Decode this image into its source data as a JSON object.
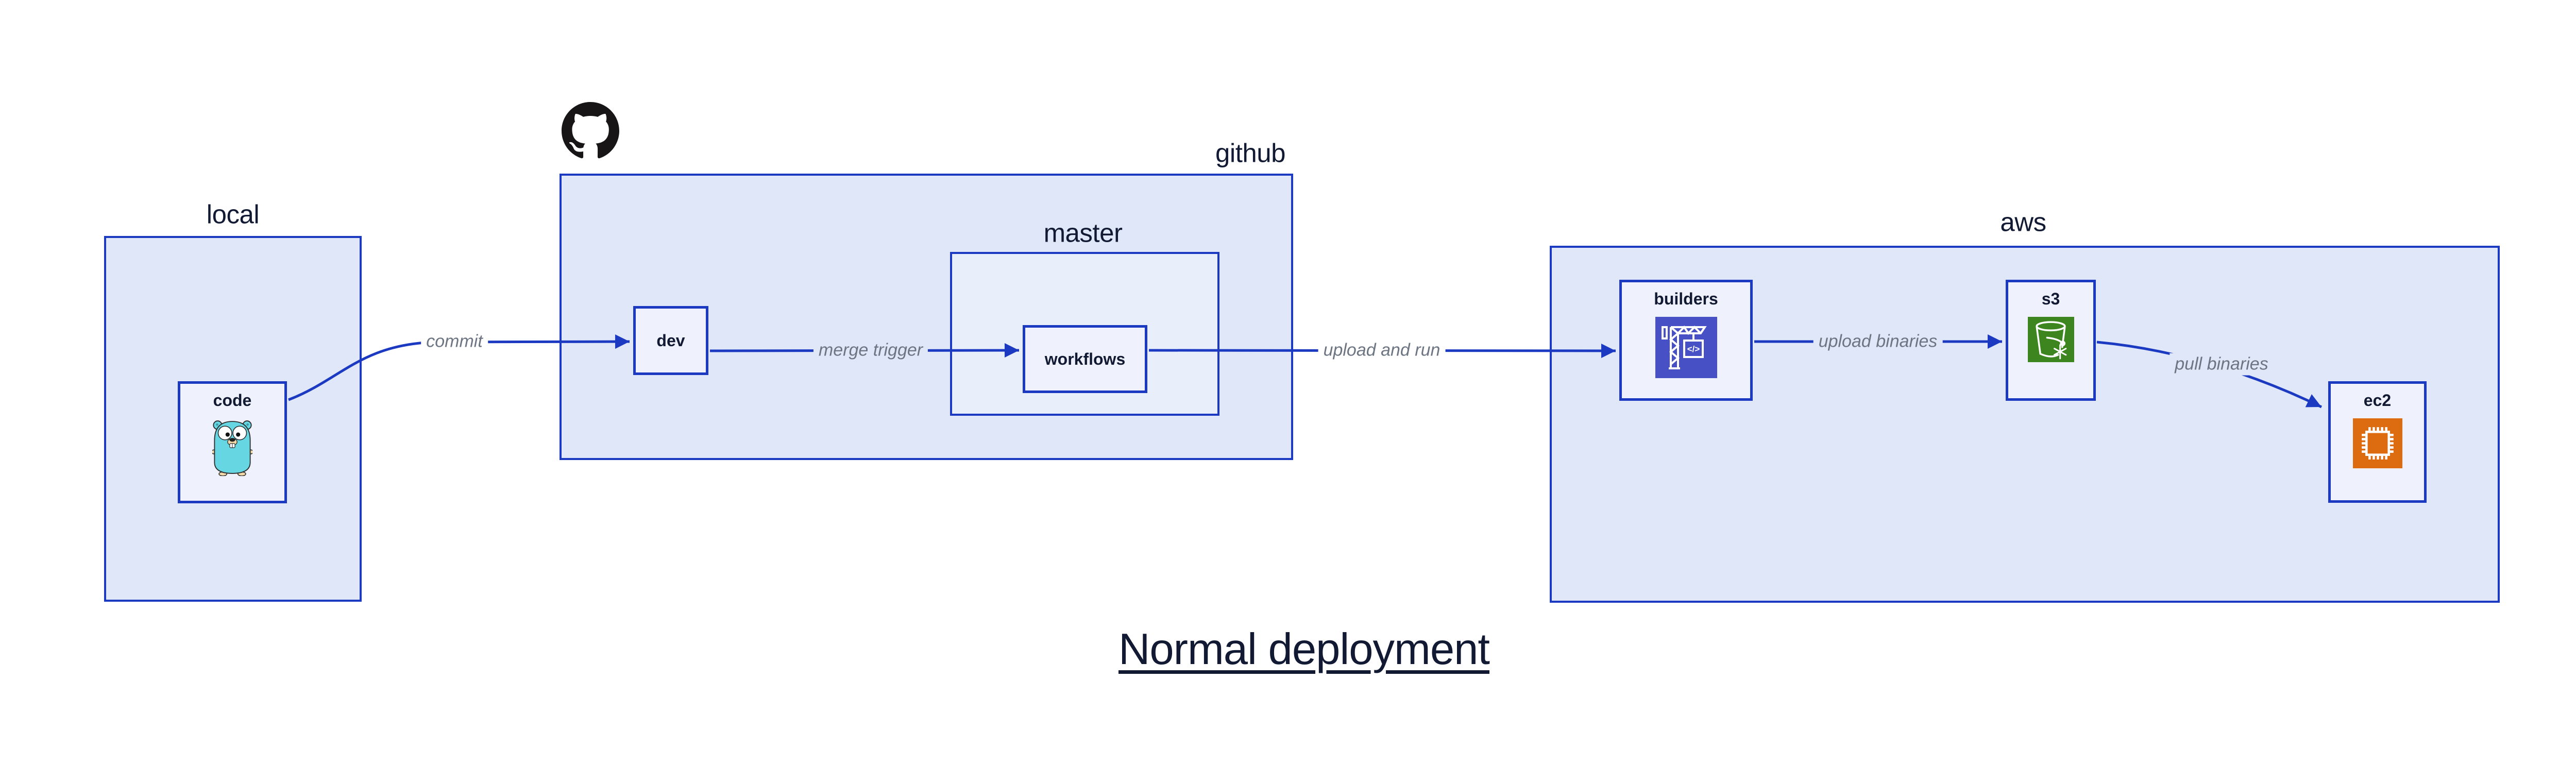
{
  "diagram": {
    "title": "Normal deployment",
    "containers": {
      "local": {
        "label": "local"
      },
      "github": {
        "label": "github"
      },
      "master": {
        "label": "master"
      },
      "aws": {
        "label": "aws"
      }
    },
    "nodes": {
      "code": {
        "label": "code",
        "icon": "go-gopher-icon"
      },
      "dev": {
        "label": "dev"
      },
      "workflows": {
        "label": "workflows"
      },
      "builders": {
        "label": "builders",
        "icon": "aws-codebuild-icon"
      },
      "s3": {
        "label": "s3",
        "icon": "aws-s3-glacier-icon"
      },
      "ec2": {
        "label": "ec2",
        "icon": "aws-ec2-icon"
      }
    },
    "edges": {
      "commit": {
        "from": "code",
        "to": "dev",
        "label": "commit"
      },
      "merge_trigger": {
        "from": "dev",
        "to": "workflows",
        "label": "merge trigger"
      },
      "upload_and_run": {
        "from": "workflows",
        "to": "builders",
        "label": "upload and run"
      },
      "upload_binaries": {
        "from": "builders",
        "to": "s3",
        "label": "upload binaries"
      },
      "pull_binaries": {
        "from": "s3",
        "to": "ec2",
        "label": "pull binaries"
      }
    },
    "colors": {
      "edge_blue": "#1b3ac1",
      "container_fill": "#dfe7f9",
      "subcontainer_fill": "#e9eefb",
      "node_fill": "#eff2fc",
      "text_navy": "#121a33",
      "edge_label_gray": "#6d7583",
      "github_black": "#171515",
      "codebuild_indigo": "#4751c5",
      "s3_green": "#3d861f",
      "ec2_orange": "#dd6b10",
      "gopher_teal": "#66d6e2"
    }
  }
}
